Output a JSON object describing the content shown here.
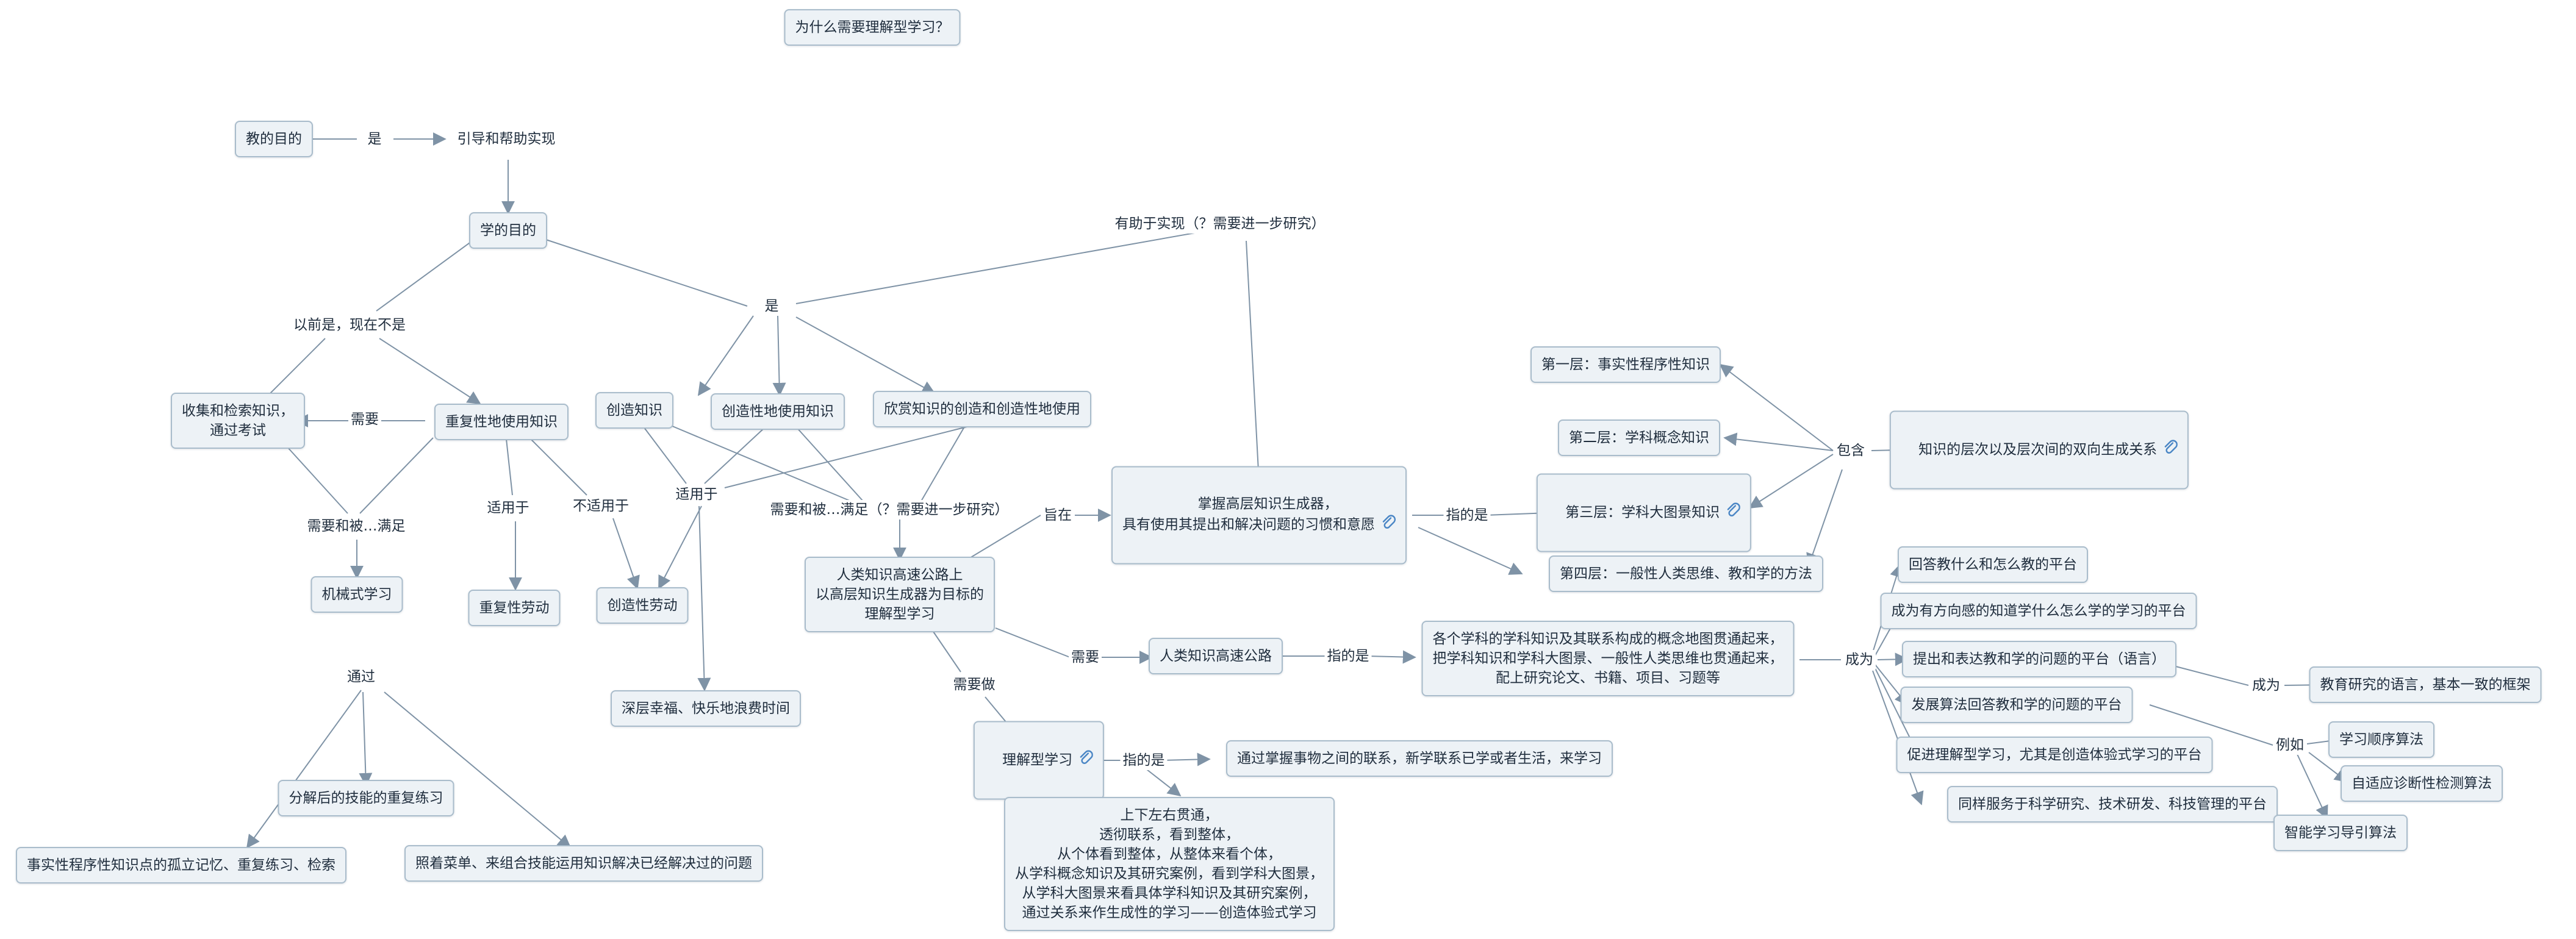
{
  "title": "为什么需要理解型学习？",
  "nodes": {
    "jiao_mudi": "教的目的",
    "yindao": "引导和帮助实现",
    "xue_mudi": "学的目的",
    "shouji": "收集和检索知识，\n通过考试",
    "chongfu": "重复性地使用知识",
    "jixie": "机械式学习",
    "chongfu_laodong": "重复性劳动",
    "chuangzao_zhishi": "创造知识",
    "chuangzao_shiyong": "创造性地使用知识",
    "xinshang": "欣赏知识的创造和创造性地使用",
    "chuangzao_laodong": "创造性劳动",
    "xingfu": "深层幸福、快乐地浪费时间",
    "fenjie": "分解后的技能的重复练习",
    "shishi": "事实性程序性知识点的孤立记忆、重复练习、检索",
    "caidan": "照着菜单、来组合技能运用知识解决已经解决过的问题",
    "renlei": "人类知识高速公路上\n以高层知识生成器为目标的\n理解型学习",
    "zhangwo": "掌握高层知识生成器，\n具有使用其提出和解决问题的习惯和意愿",
    "gaosu": "人类知识高速公路",
    "lijie": "理解型学习",
    "tongguo_lianxi": "通过掌握事物之间的联系，新学联系已学或者生活，来学习",
    "shangxia": "上下左右贯通，\n透彻联系，看到整体，\n从个体看到整体，从整体来看个体，\n从学科概念知识及其研究案例，看到学科大图景，\n从学科大图景来看具体学科知识及其研究案例，\n通过关系来作生成性的学习——创造体验式学习",
    "gege": "各个学科的学科知识及其联系构成的概念地图贯通起来，\n把学科知识和学科大图景、一般性人类思维也贯通起来，\n配上研究论文、书籍、项目、习题等",
    "ceng1": "第一层：事实性程序性知识",
    "ceng2": "第二层：学科概念知识",
    "ceng3": "第三层：学科大图景知识",
    "ceng4": "第四层：一般性人类思维、教和学的方法",
    "cengci": "知识的层次以及层次间的双向生成关系",
    "pt1": "回答教什么和怎么教的平台",
    "pt2": "成为有方向感的知道学什么怎么学的学习的平台",
    "pt3": "提出和表达教和学的问题的平台（语言）",
    "pt4": "发展算法回答教和学的问题的平台",
    "pt5": "促进理解型学习，尤其是创造体验式学习的平台",
    "pt6": "同样服务于科学研究、技术研发、科技管理的平台",
    "yuyan": "教育研究的语言，基本一致的框架",
    "suanfa1": "学习顺序算法",
    "suanfa2": "自适应诊断性检测算法",
    "suanfa3": "智能学习导引算法"
  },
  "labels": {
    "shi1": "是",
    "yiqian": "以前是，现在不是",
    "shi2": "是",
    "youzhu": "有助于实现（？需要进一步研究）",
    "xuyao1": "需要",
    "xuyao_bei1": "需要和被…满足",
    "shiyong1": "适用于",
    "bushiyong": "不适用于",
    "shiyong2": "适用于",
    "xuyao_bei2": "需要和被…满足（？需要进一步研究）",
    "tongguo": "通过",
    "zhizai": "旨在",
    "zhide1": "指的是",
    "xuyao2": "需要",
    "zhide2": "指的是",
    "xuyaozuo": "需要做",
    "zhide3": "指的是",
    "baohan": "包含",
    "chengwei1": "成为",
    "chengwei2": "成为",
    "liru": "例如"
  },
  "colors": {
    "node_fill": "#edf2f6",
    "node_border": "#a9bccb",
    "line": "#7f93a6",
    "text": "#1f2d3d",
    "attachment_icon": "#4a86c5"
  },
  "icons": {
    "attachment": "paperclip-icon"
  }
}
